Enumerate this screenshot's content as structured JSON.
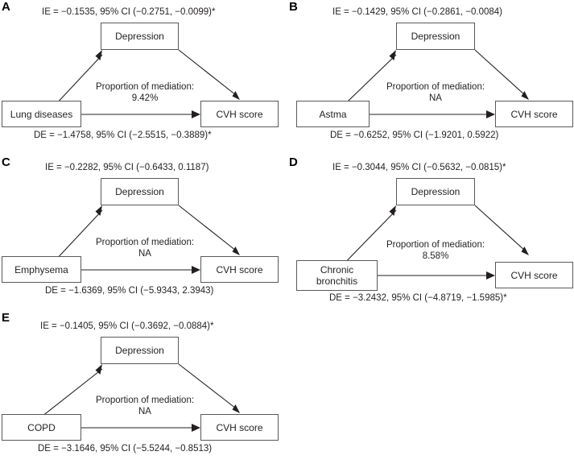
{
  "figure": {
    "mediator_label": "Depression",
    "outcome_label": "CVH score",
    "proportion_caption": "Proportion of mediation:"
  },
  "panels": [
    {
      "letter": "A",
      "exposure": "Lung diseases",
      "exposure_line2": "",
      "mediator": "Depression",
      "outcome": "CVH score",
      "indirect_effect": "IE = −0.1535, 95% CI (−0.2751, −0.0099)*",
      "direct_effect": "DE = −1.4758, 95% CI (−2.5515, −0.3889)*",
      "proportion_caption": "Proportion of mediation:",
      "proportion_value": "9.42%"
    },
    {
      "letter": "B",
      "exposure": "Astma",
      "exposure_line2": "",
      "mediator": "Depression",
      "outcome": "CVH score",
      "indirect_effect": "IE = −0.1429, 95% CI (−0.2861, −0.0084)",
      "direct_effect": "DE = −0.6252, 95% CI (−1.9201, 0.5922)",
      "proportion_caption": "Proportion of mediation:",
      "proportion_value": "NA"
    },
    {
      "letter": "C",
      "exposure": "Emphysema",
      "exposure_line2": "",
      "mediator": "Depression",
      "outcome": "CVH score",
      "indirect_effect": "IE = −0.2282, 95% CI (−0.6433, 0.1187)",
      "direct_effect": "DE = −1.6369, 95% CI (−5.9343, 2.3943)",
      "proportion_caption": "Proportion of mediation:",
      "proportion_value": "NA"
    },
    {
      "letter": "D",
      "exposure": "Chronic",
      "exposure_line2": "bronchitis",
      "mediator": "Depression",
      "outcome": "CVH score",
      "indirect_effect": "IE = −0.3044, 95% CI (−0.5632, −0.0815)*",
      "direct_effect": "DE = −3.2432, 95% CI (−4.8719, −1.5985)*",
      "proportion_caption": "Proportion of mediation:",
      "proportion_value": "8.58%"
    },
    {
      "letter": "E",
      "exposure": "COPD",
      "exposure_line2": "",
      "mediator": "Depression",
      "outcome": "CVH score",
      "indirect_effect": "IE = −0.1405, 95% CI (−0.3692, −0.0884)*",
      "direct_effect": "DE = −3.1646, 95% CI (−5.5244, −0.8513)",
      "proportion_caption": "Proportion of mediation:",
      "proportion_value": "NA"
    }
  ],
  "colors": {
    "box_border": "#58595b",
    "text": "#231f20",
    "line": "#231f20",
    "background": "#ffffff"
  }
}
